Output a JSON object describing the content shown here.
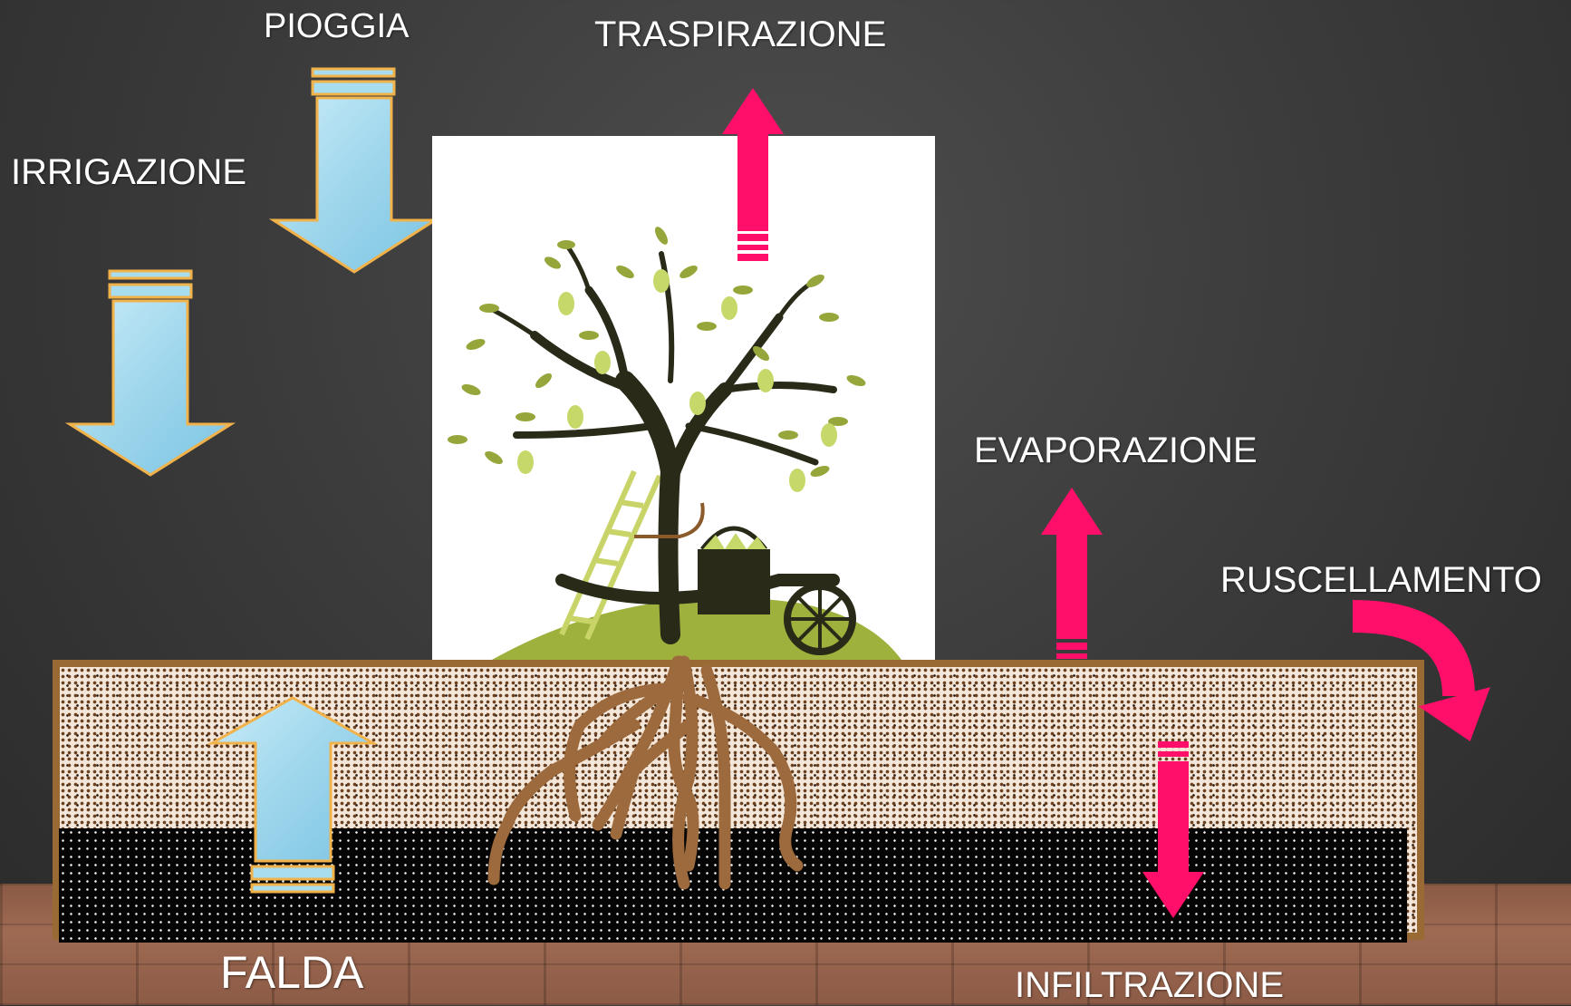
{
  "labels": {
    "pioggia": "PIOGGIA",
    "traspirazione": "TRASPIRAZIONE",
    "irrigazione": "IRRIGAZIONE",
    "evaporazione": "EVAPORAZIONE",
    "ruscellamento": "RUSCELLAMENTO",
    "falda": "FALDA",
    "infiltrazione": "INFILTRAZIONE"
  },
  "colors": {
    "background": "#3a3a3a",
    "water_arrow_fill": "#a8dcef",
    "water_arrow_border": "#f2b24a",
    "flux_arrow": "#ff0f6a",
    "soil_border": "#9a6a35",
    "roots": "#9c6a3c",
    "text": "#ffffff"
  }
}
